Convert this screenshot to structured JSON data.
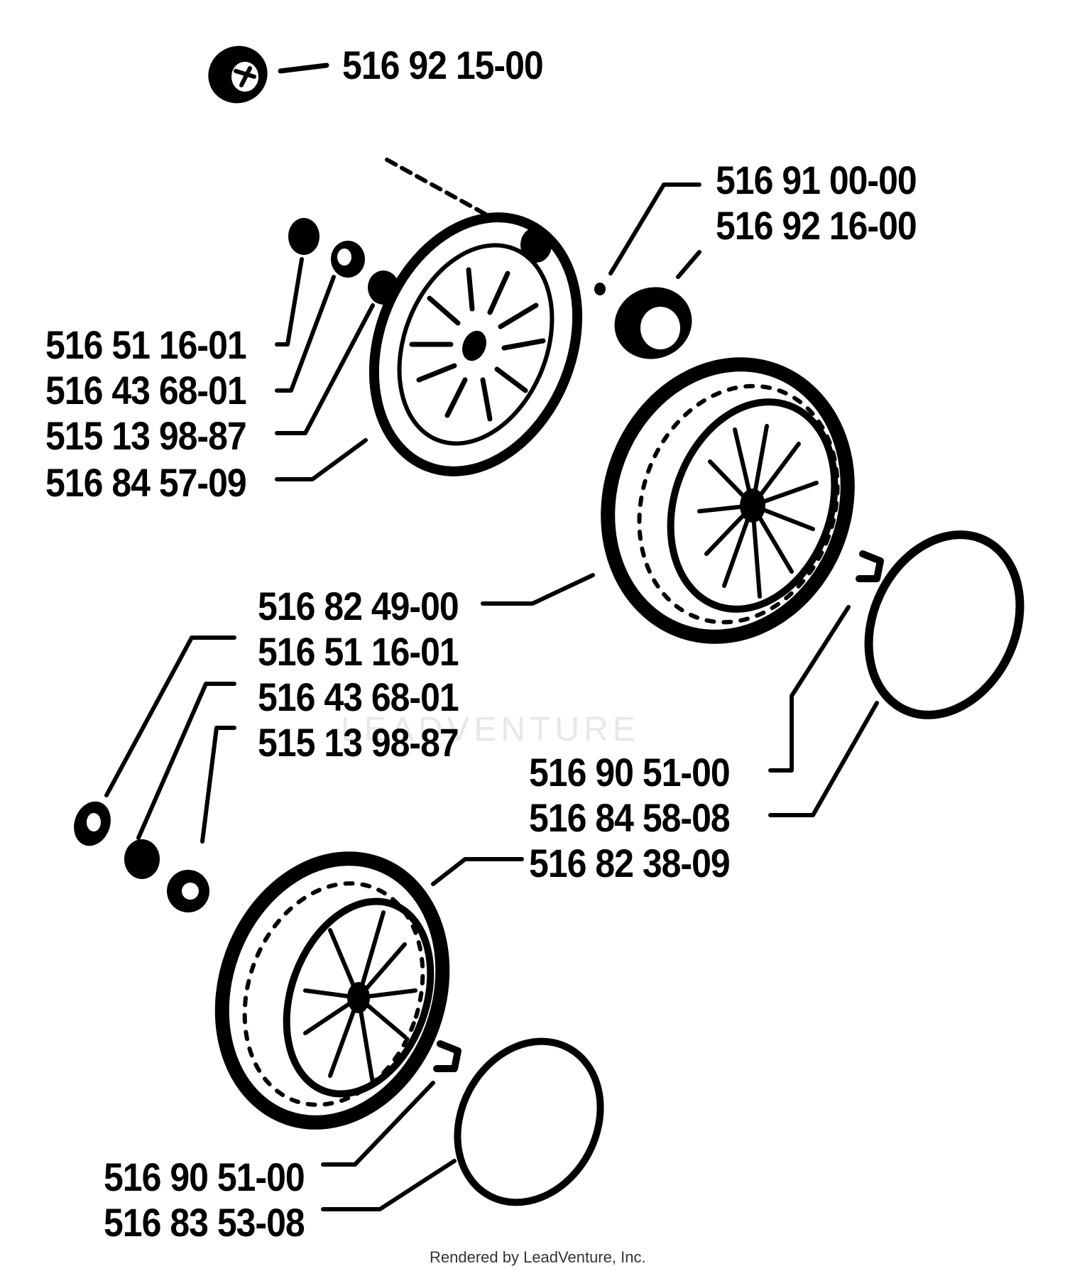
{
  "colors": {
    "ink": "#000000",
    "background": "#ffffff",
    "watermark": "#e8e8e8"
  },
  "watermark": "LEADVENTURE",
  "credit": "Rendered by LeadVenture, Inc.",
  "labels": {
    "l1": "516 92 15-00",
    "l2": "516 91 00-00",
    "l3": "516 92 16-00",
    "l4": "516 51 16-01",
    "l5": "516 43 68-01",
    "l6": "515 13 98-87",
    "l7": "516 84 57-09",
    "l8": "516 82 49-00",
    "l9": "516 51 16-01",
    "l10": "516 43 68-01",
    "l11": "515 13 98-87",
    "l12": "516 90 51-00",
    "l13": "516 84 58-08",
    "l14": "516 82 38-09",
    "l15": "516 90 51-00",
    "l16": "516 83 53-08"
  }
}
